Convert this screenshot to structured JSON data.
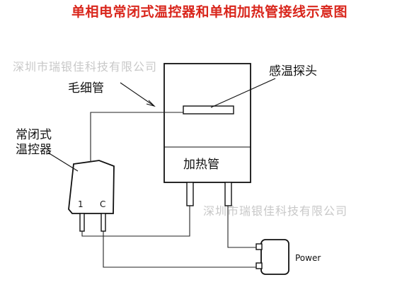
{
  "title": "单相电常闭式温控器和单相加热管接线示意图",
  "watermark": "深圳市瑞银佳科技有限公司",
  "labels": {
    "capillary": "毛细管",
    "thermostat_line1": "常闭式",
    "thermostat_line2": "温控器",
    "temp_probe": "感温探头",
    "heating_tube": "加热管",
    "terminal_1": "1",
    "terminal_c": "C",
    "power": "Power"
  },
  "colors": {
    "title": "#d9261c",
    "watermark": "#c8c8c8",
    "line": "#111111"
  }
}
